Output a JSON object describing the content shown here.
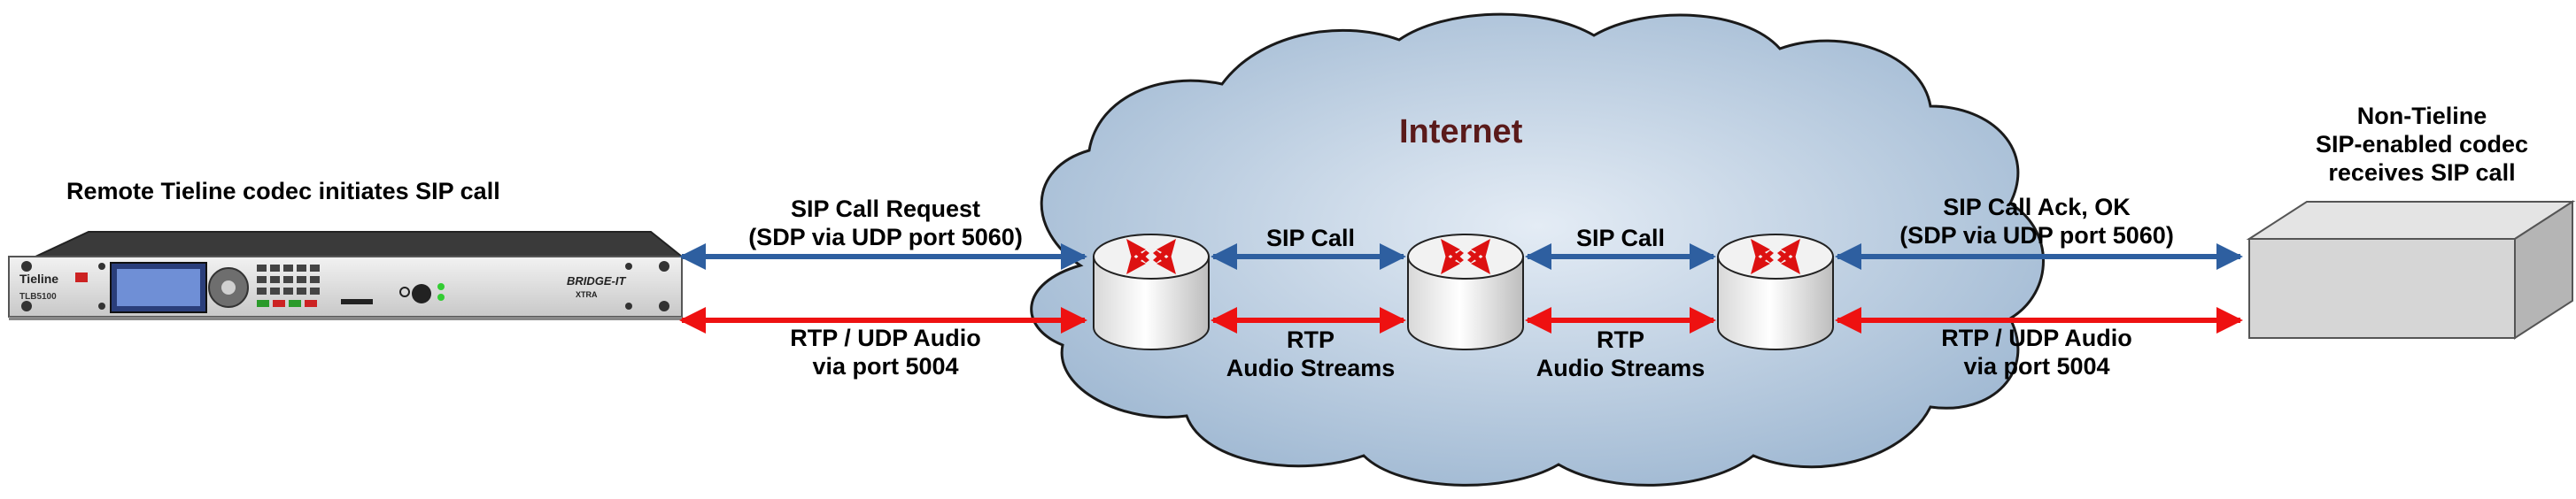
{
  "colors": {
    "sip_arrow": "#2e5fa0",
    "rtp_arrow": "#ee1111",
    "cloud_fill": "#b8cce0",
    "cloud_stroke": "#1a1a1a",
    "internet_text": "#5a1a1a"
  },
  "labels": {
    "remote_title": "Remote Tieline codec initiates SIP call",
    "internet": "Internet",
    "right_codec": [
      "Non-Tieline",
      "SIP-enabled codec",
      "receives SIP call"
    ],
    "sip_request": [
      "SIP Call Request",
      "(SDP via UDP port 5060)"
    ],
    "rtp_left": [
      "RTP / UDP Audio",
      "via port 5004"
    ],
    "sip_call_1": "SIP Call",
    "sip_call_2": "SIP Call",
    "rtp_streams_1": [
      "RTP",
      "Audio Streams"
    ],
    "rtp_streams_2": [
      "RTP",
      "Audio Streams"
    ],
    "sip_ack": [
      "SIP Call Ack, OK",
      "(SDP via UDP port 5060)"
    ],
    "rtp_right": [
      "RTP / UDP Audio",
      "via port 5004"
    ]
  },
  "device": {
    "brand": "Tieline",
    "model": "TLB5100",
    "product": "BRIDGE-IT",
    "variant": "XTRA"
  },
  "icons": [
    "router-icon",
    "router-icon",
    "router-icon",
    "codec-device-icon",
    "cloud-icon"
  ]
}
